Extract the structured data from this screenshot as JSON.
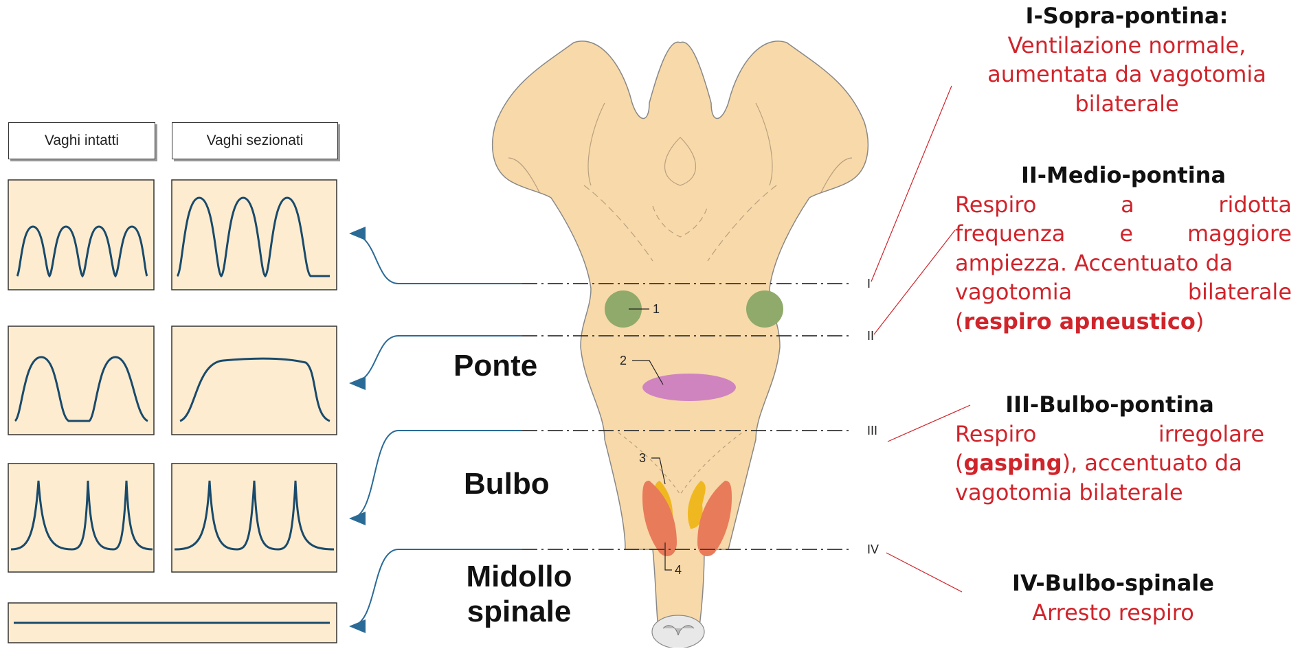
{
  "column_headers": {
    "intact": "Vaghi intatti",
    "sectioned": "Vaghi sezionati"
  },
  "regions": {
    "pons": "Ponte",
    "medulla": "Bulbo",
    "spinal_line1": "Midollo",
    "spinal_line2": "spinale"
  },
  "levels": [
    "I",
    "II",
    "III",
    "IV"
  ],
  "nuclei": [
    "1",
    "2",
    "3",
    "4"
  ],
  "sections": {
    "s1": {
      "title": "I-Sopra-pontina:",
      "line1": "Ventilazione normale,",
      "line2": "aumentata da vagotomia",
      "line3": "bilaterale"
    },
    "s2": {
      "title": "II-Medio-pontina",
      "w1": "Respiro",
      "w2": "a",
      "w3": "ridotta",
      "w4": "frequenza",
      "w5": "e",
      "w6": "maggiore",
      "line3": "ampiezza. Accentuato da",
      "w7": "vagotomia",
      "w8": "bilaterale",
      "open": "(",
      "bold": "respiro apneustico",
      "close": ")"
    },
    "s3": {
      "title": "III-Bulbo-pontina",
      "w1": "Respiro",
      "w2": "irregolare",
      "open": "(",
      "bold": "gasping",
      "rest": "), accentuato da",
      "line3": "vagotomia bilaterale"
    },
    "s4": {
      "title": "IV-Bulbo-spinale",
      "line1": "Arresto respiro"
    }
  },
  "colors": {
    "brainstem": "#f8d9a9",
    "panel": "#fdeccf",
    "trace": "#1a4a6b",
    "nucleus1": "#8faa6a",
    "nucleus2": "#cf84bf",
    "nucleus3": "#f0b820",
    "nucleus4": "#e87b5a",
    "annotation": "#d0242b"
  }
}
